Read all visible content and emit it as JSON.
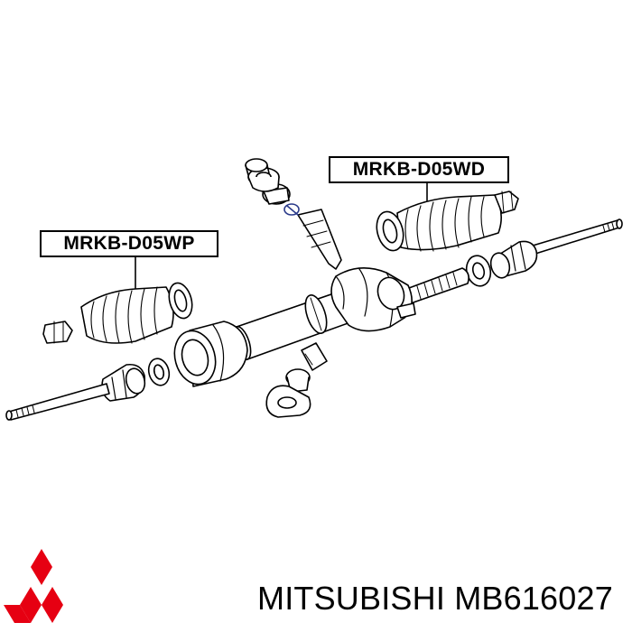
{
  "labels": {
    "boot_wd": "MRKB-D05WD",
    "boot_wp": "MRKB-D05WP"
  },
  "caption": {
    "brand": "MITSUBISHI",
    "part_number": "MB616027"
  },
  "colors": {
    "line": "#000000",
    "background": "#ffffff",
    "logo": "#e60012"
  },
  "icons": {
    "logo": "mitsubishi-three-diamonds-logo"
  }
}
